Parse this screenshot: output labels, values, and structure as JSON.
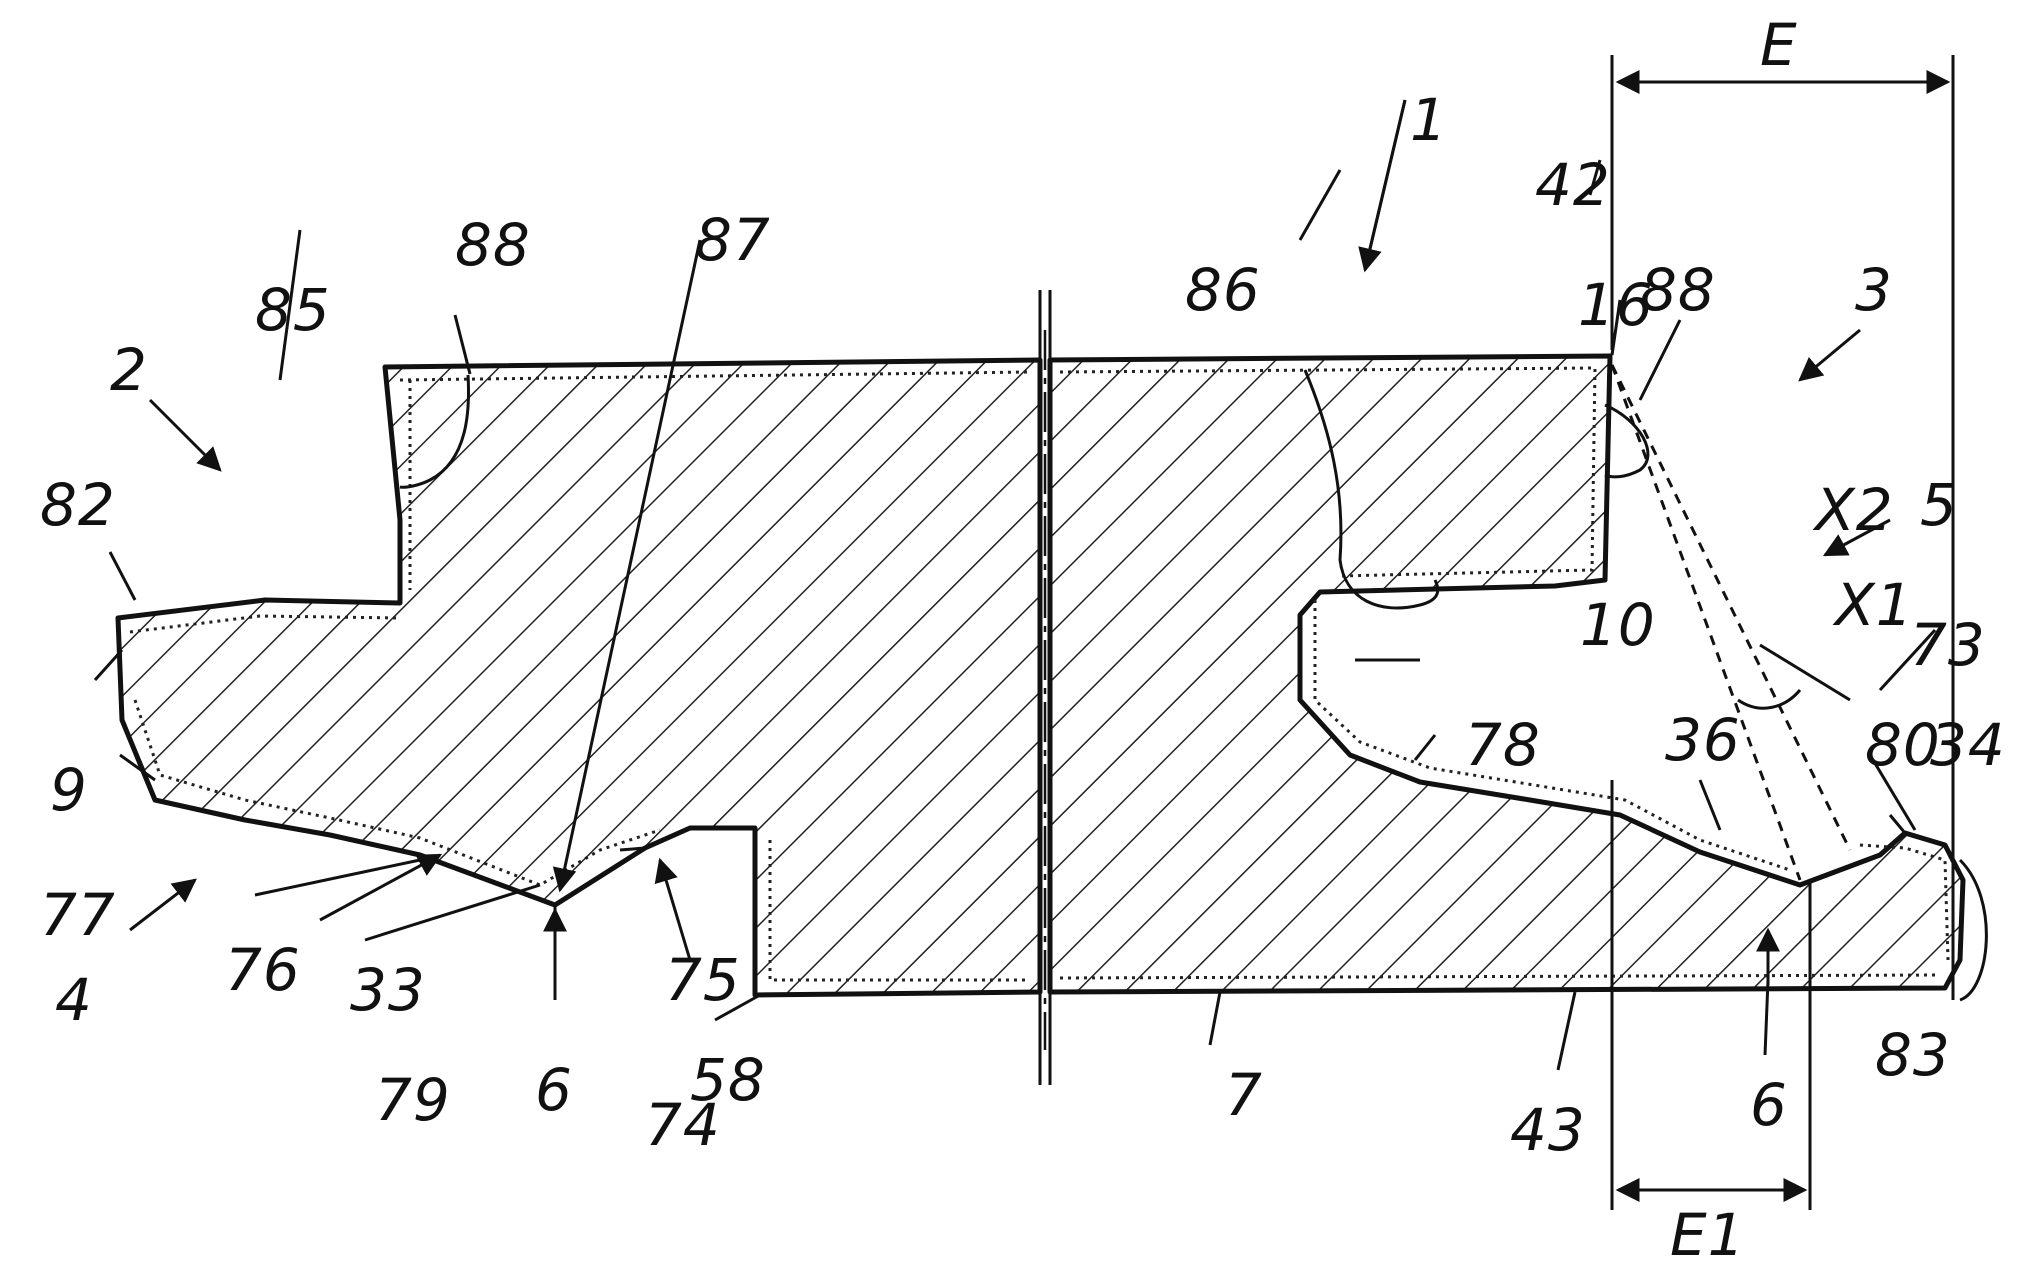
{
  "figure": {
    "labels": {
      "E": "E",
      "E1": "E1",
      "1": "1",
      "2": "2",
      "3": "3",
      "4": "4",
      "5": "5",
      "6a": "6",
      "6b": "6",
      "7": "7",
      "9": "9",
      "10": "10",
      "16": "16",
      "33": "33",
      "34": "34",
      "36": "36",
      "42": "42",
      "43": "43",
      "58": "58",
      "73": "73",
      "74": "74",
      "75": "75",
      "76": "76",
      "77": "77",
      "78": "78",
      "79": "79",
      "80": "80",
      "82": "82",
      "83": "83",
      "85": "85",
      "86": "86",
      "87": "87",
      "88a": "88",
      "88b": "88",
      "X1": "X1",
      "X2": "X2"
    }
  }
}
